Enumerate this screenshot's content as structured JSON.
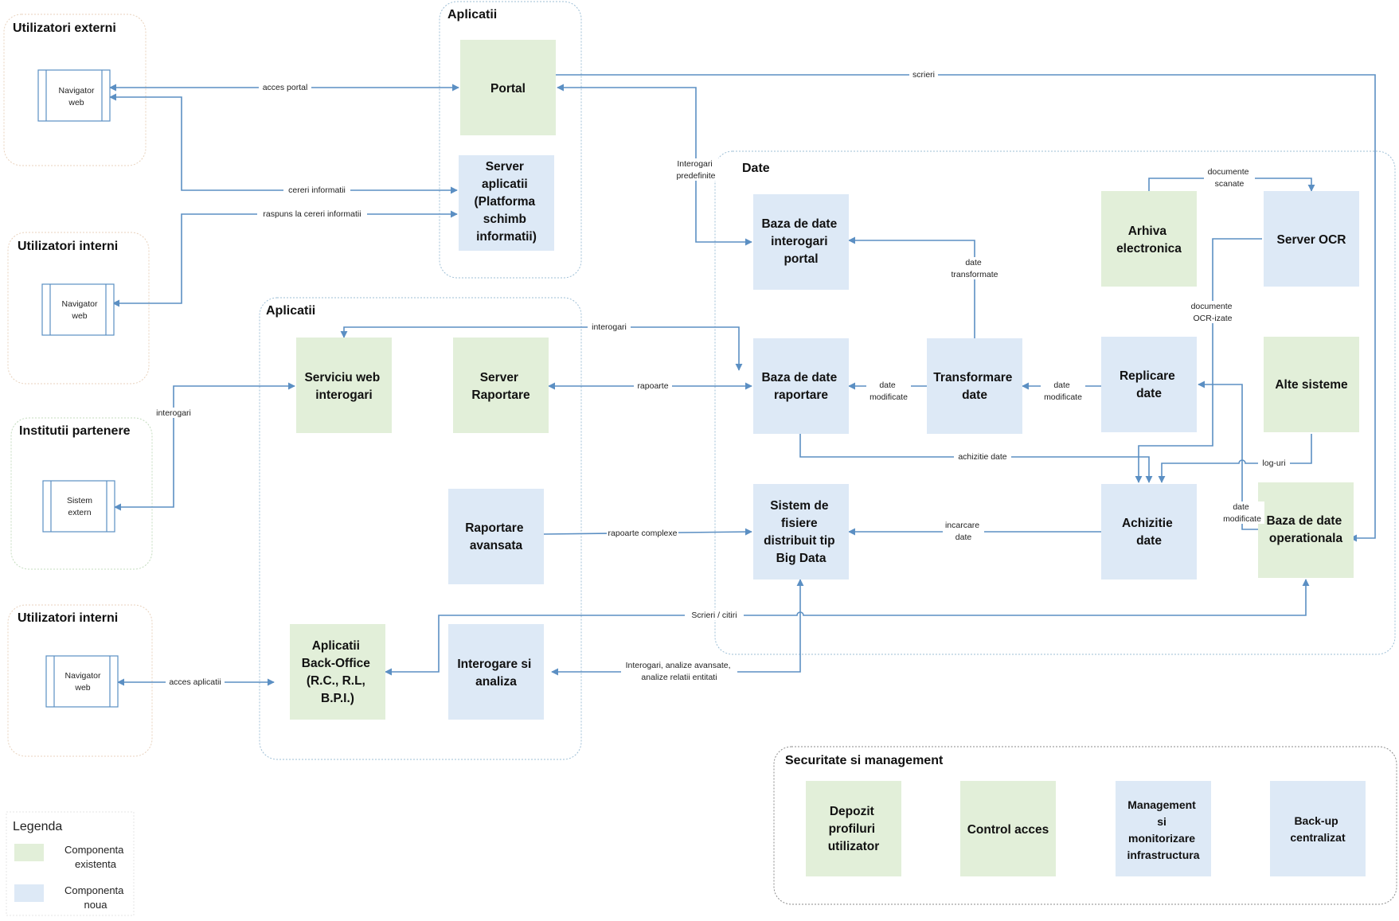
{
  "colors": {
    "existing": "#e2efd9",
    "new": "#dde9f6",
    "edge": "#5b8fc3",
    "group_border_blue": "#9ebfd6",
    "group_border_orange": "#e8d2bd",
    "group_border_green": "#c4dcbf",
    "group_border_gray": "#8b8b8b"
  },
  "groups": {
    "utilizatori_externi": "Utilizatori externi",
    "aplicatii_top": "Aplicatii",
    "utilizatori_interni_1": "Utilizatori interni",
    "aplicatii_main": "Aplicatii",
    "date": "Date",
    "institutii": "Institutii partenere",
    "utilizatori_interni_2": "Utilizatori interni",
    "securitate": "Securitate si management"
  },
  "actors": {
    "navigator_ext": [
      "Navigator",
      "web"
    ],
    "navigator_int1": [
      "Navigator",
      "web"
    ],
    "sistem_extern": [
      "Sistem",
      "extern"
    ],
    "navigator_int2": [
      "Navigator",
      "web"
    ]
  },
  "components": {
    "portal": [
      "Portal"
    ],
    "server_aplicatii": [
      "Server",
      "aplicatii",
      "(Platforma",
      "schimb",
      "informatii)"
    ],
    "serviciu_web": [
      "Serviciu web",
      "interogari"
    ],
    "server_raportare": [
      "Server",
      "Raportare"
    ],
    "raportare_avansata": [
      "Raportare",
      "avansata"
    ],
    "back_office": [
      "Aplicatii",
      "Back-Office",
      "(R.C., R.L,",
      "B.P.I.)"
    ],
    "interogare_analiza": [
      "Interogare si",
      "analiza"
    ],
    "baza_interogari": [
      "Baza de date",
      "interogari",
      "portal"
    ],
    "baza_raportare": [
      "Baza de date",
      "raportare"
    ],
    "sistem_fisiere": [
      "Sistem de",
      "fisiere",
      "distribuit tip",
      "Big Data"
    ],
    "transformare": [
      "Transformare",
      "date"
    ],
    "replicare": [
      "Replicare",
      "date"
    ],
    "achizitie": [
      "Achizitie",
      "date"
    ],
    "arhiva": [
      "Arhiva",
      "electronica"
    ],
    "server_ocr": [
      "Server OCR"
    ],
    "alte_sisteme": [
      "Alte sisteme"
    ],
    "baza_operationala": [
      "Baza de date",
      "operationala"
    ],
    "depozit": [
      "Depozit",
      "profiluri",
      "utilizator"
    ],
    "control_acces": [
      "Control acces"
    ],
    "management": [
      "Management",
      "si",
      "monitorizare",
      "infrastructura"
    ],
    "backup": [
      "Back-up",
      "centralizat"
    ]
  },
  "edge_labels": {
    "acces_portal": [
      "acces portal"
    ],
    "cereri_informatii": [
      "cereri informatii"
    ],
    "raspuns": [
      "raspuns la cereri informatii"
    ],
    "scrieri": [
      "scrieri"
    ],
    "interogari_predefinite": [
      "Interogari",
      "predefinite"
    ],
    "interogari_top": [
      "interogari"
    ],
    "interogari_ext": [
      "interogari"
    ],
    "rapoarte": [
      "rapoarte"
    ],
    "rapoarte_complexe": [
      "rapoarte complexe"
    ],
    "acces_aplicatii": [
      "acces aplicatii"
    ],
    "scrieri_citiri": [
      "Scrieri / citiri"
    ],
    "interogari_analize": [
      "Interogari, analize avansate,",
      "analize relatii entitati"
    ],
    "date_transformate": [
      "date",
      "transformate"
    ],
    "date_modificate_1": [
      "date",
      "modificate"
    ],
    "date_modificate_2": [
      "date",
      "modificate"
    ],
    "date_modificate_3": [
      "date",
      "modificate"
    ],
    "documente_scanate": [
      "documente",
      "scanate"
    ],
    "documente_ocr": [
      "documente",
      "OCR-izate"
    ],
    "log_uri": [
      "log-uri"
    ],
    "achizitie_date": [
      "achizitie date"
    ],
    "incarcare_date": [
      "incarcare",
      "date"
    ]
  },
  "legend": {
    "title": "Legenda",
    "existing": [
      "Componenta",
      "existenta"
    ],
    "new": [
      "Componenta",
      "noua"
    ]
  }
}
